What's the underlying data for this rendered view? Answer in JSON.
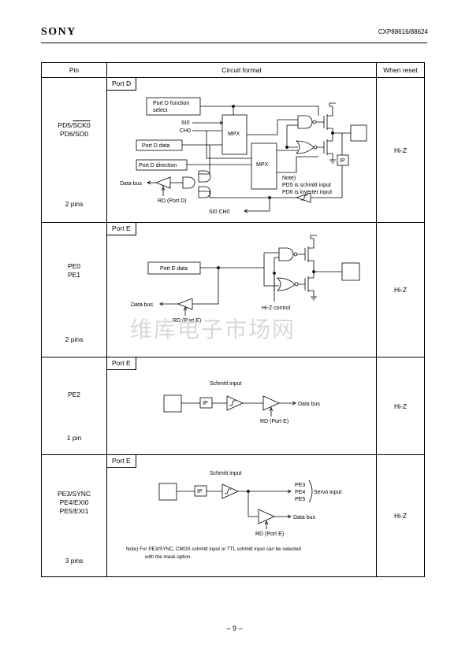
{
  "header": {
    "logo": "SONY",
    "doc_number": "CXP88616/88624"
  },
  "table": {
    "headers": {
      "pin": "Pin",
      "circuit": "Circuit format",
      "reset": "When reset"
    },
    "rows": [
      {
        "pin_a": "PD5/",
        "pin_a_over": "SCK0",
        "pin_b": "PD6/SO0",
        "count": "2 pins",
        "port": "Port D",
        "reset": "Hi-Z",
        "labels": {
          "func_select_1": "Port D function",
          "func_select_2": "select",
          "si0": "SI0",
          "ch0": "CH0",
          "mpx_upper": "MPX",
          "mpx_lower": "MPX",
          "port_data": "Port D data",
          "port_direction": "Port D direction",
          "data_bus": "Data bus",
          "rd": "RD (Port D)",
          "note_1": "Note)",
          "note_2": "PD5 is schmitt input",
          "note_3": "PD6 is inverter input",
          "ip": "IP",
          "si0_ch0_out": "SI0  CH0"
        }
      },
      {
        "pin_a": "PE0",
        "pin_b": "PE1",
        "count": "2 pins",
        "port": "Port E",
        "reset": "Hi-Z",
        "labels": {
          "port_data": "Port E data",
          "data_bus": "Data bus",
          "rd": "RD (Port E)",
          "hiz": "Hi-Z control"
        }
      },
      {
        "pin_a": "PE2",
        "count": "1 pin",
        "port": "Port E",
        "reset": "Hi-Z",
        "labels": {
          "schmitt": "Schmitt input",
          "ip": "IP",
          "data_bus": "Data bus",
          "rd": "RD (Port E)"
        }
      },
      {
        "pin_a": "PE3/SYNC",
        "pin_b": "PE4/EXI0",
        "pin_c": "PE5/EXI1",
        "count": "3 pins",
        "port": "Port E",
        "reset": "Hi-Z",
        "labels": {
          "schmitt": "Schmitt input",
          "ip": "IP",
          "pe3": "PE3",
          "pe4": "PE4",
          "pe5": "PE5",
          "servo": "Servo input",
          "data_bus": "Data bus",
          "rd": "RD (Port E)",
          "note_1": "Note) For PE3/SYNC, CMOS schmitt input or TTL schmitt input can be selected",
          "note_2": "with the mask option."
        }
      }
    ]
  },
  "watermark": "维库电子市场网",
  "page_number": "– 9 –"
}
